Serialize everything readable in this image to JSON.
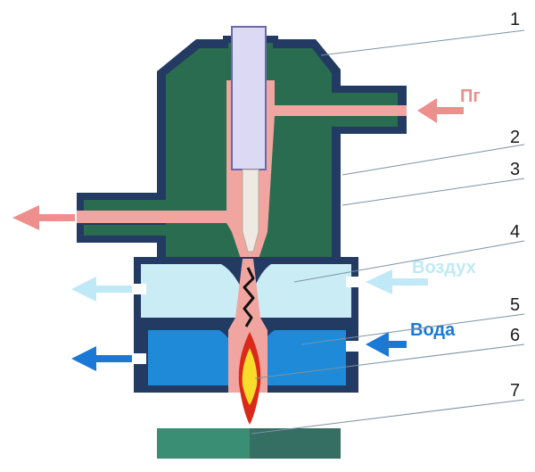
{
  "labels": {
    "plasma_gas": "Пг",
    "air": "Воздух",
    "water": "Вода"
  },
  "callouts": [
    "1",
    "2",
    "3",
    "4",
    "5",
    "6",
    "7"
  ],
  "colors": {
    "outline": "#233a63",
    "body": "#2a6c50",
    "channel": "#f1a5a0",
    "electrode": "#dcd9f4",
    "air": "#c9ecf5",
    "air_arrow": "#bfe9f7",
    "water": "#1e8ad8",
    "water_arrow": "#1a78d6",
    "gas_arrow": "#ee8f8d",
    "workpiece": "#3a8e74",
    "leader": "#7a94a6"
  }
}
